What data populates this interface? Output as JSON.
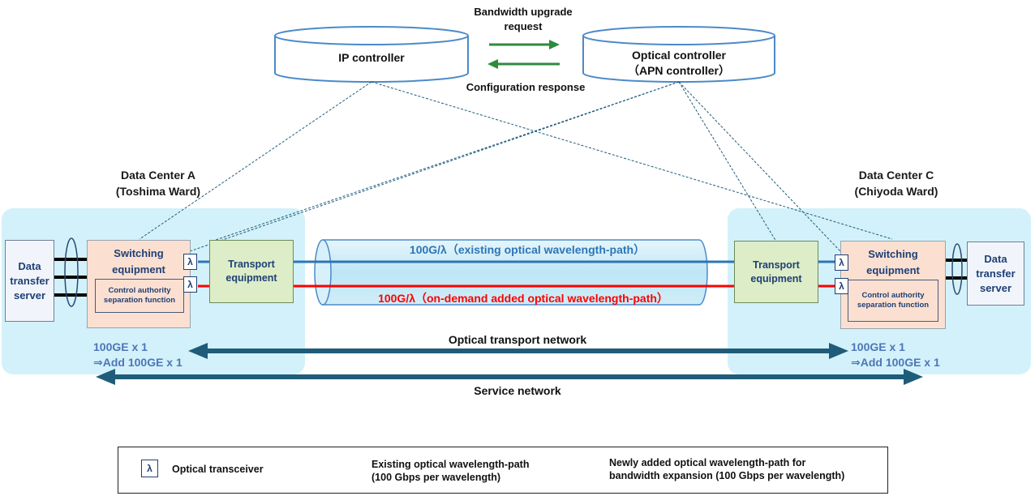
{
  "controllers": {
    "ip": "IP controller",
    "optical_line1": "Optical controller",
    "optical_line2": "（APN controller）",
    "request_line1": "Bandwidth upgrade",
    "request_line2": "request",
    "response": "Configuration response"
  },
  "dc_a": {
    "name_line1": "Data Center A",
    "name_line2": "(Toshima Ward)",
    "server": [
      "Data",
      "transfer",
      "server"
    ],
    "switch": [
      "Switching",
      "equipment"
    ],
    "control": [
      "Control authority",
      "separation function"
    ],
    "transport": [
      "Transport",
      "equipment"
    ],
    "capacity_line1": "100GE x 1",
    "capacity_line2": "⇒Add 100GE x 1"
  },
  "dc_c": {
    "name_line1": "Data Center C",
    "name_line2": "(Chiyoda Ward)",
    "server": [
      "Data",
      "transfer",
      "server"
    ],
    "switch": [
      "Switching",
      "equipment"
    ],
    "control": [
      "Control authority",
      "separation function"
    ],
    "transport": [
      "Transport",
      "equipment"
    ],
    "capacity_line1": "100GE x 1",
    "capacity_line2": "⇒Add 100GE x 1"
  },
  "lambda_symbol": "λ",
  "paths": {
    "existing": "100G/λ（existing optical wavelength-path）",
    "added": "100G/λ（on-demand added optical wavelength-path）"
  },
  "networks": {
    "optical": "Optical transport network",
    "service": "Service network"
  },
  "legend": {
    "transceiver": "Optical transceiver",
    "existing_line1": "Existing optical wavelength-path",
    "existing_line2": "(100 Gbps per wavelength)",
    "new_line1": "Newly added optical wavelength-path for",
    "new_line2": "bandwidth expansion (100 Gbps per wavelength)"
  },
  "colors": {
    "existing_path": "#2e75b6",
    "added_path": "#ff0000",
    "network_arrow": "#1f5c7a",
    "control_arrow": "#2e8b3e",
    "legend_red": "#ff0000",
    "legend_blue": "#2e75b6"
  }
}
